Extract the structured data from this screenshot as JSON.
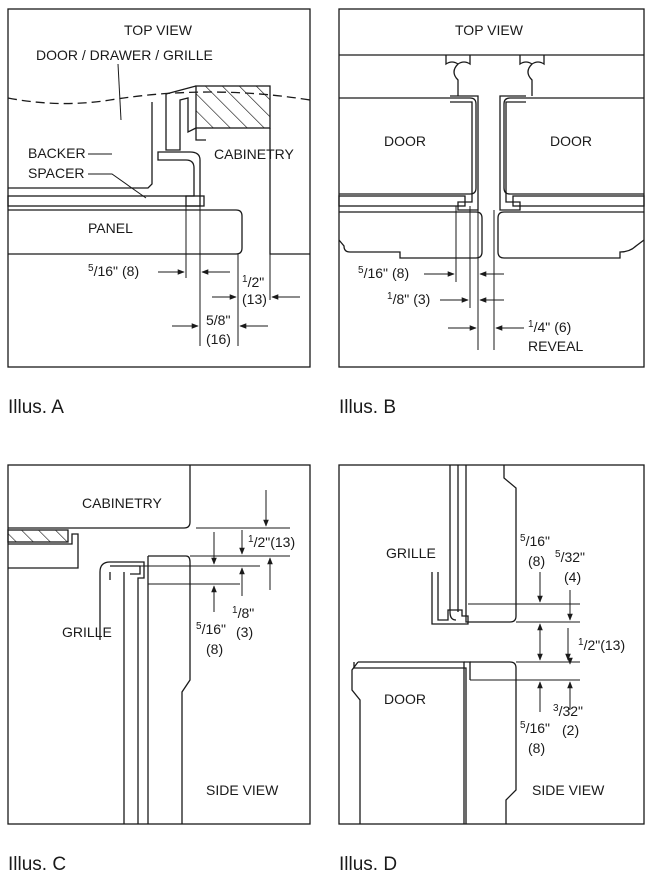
{
  "illus_a": {
    "caption": "Illus. A",
    "top_view": "TOP VIEW",
    "door_drawer_grille": "DOOR / DRAWER / GRILLE",
    "cabinetry": "CABINETRY",
    "backer": "BACKER",
    "spacer": "SPACER",
    "panel": "PANEL",
    "dim_5_16_n": "5",
    "dim_5_16_d": "16\"",
    "dim_5_16_mm": "(8)",
    "dim_1_2_n": "1",
    "dim_1_2_d": "2\"",
    "dim_1_2_mm": "(13)",
    "dim_5_8": "5/8\"",
    "dim_5_8_mm": "(16)"
  },
  "illus_b": {
    "caption": "Illus. B",
    "top_view": "TOP VIEW",
    "door_left": "DOOR",
    "door_right": "DOOR",
    "dim_5_16_n": "5",
    "dim_5_16_d": "16\"",
    "dim_5_16_mm": "(8)",
    "dim_1_8_n": "1",
    "dim_1_8_d": "8\"",
    "dim_1_8_mm": "(3)",
    "dim_1_4_n": "1",
    "dim_1_4_d": "4\"",
    "dim_1_4_mm": "(6)",
    "reveal": "REVEAL"
  },
  "illus_c": {
    "caption": "Illus. C",
    "cabinetry": "CABINETRY",
    "grille": "GRILLE",
    "side_view": "SIDE VIEW",
    "dim_1_2_n": "1",
    "dim_1_2_d": "2\"",
    "dim_1_2_mm": "(13)",
    "dim_1_8_n": "1",
    "dim_1_8_d": "8\"",
    "dim_1_8_mm": "(3)",
    "dim_5_16_n": "5",
    "dim_5_16_d": "16\"",
    "dim_5_16_mm": "(8)"
  },
  "illus_d": {
    "caption": "Illus. D",
    "grille": "GRILLE",
    "door": "DOOR",
    "side_view": "SIDE VIEW",
    "dim_5_16a_n": "5",
    "dim_5_16a_d": "16\"",
    "dim_5_16a_mm": "(8)",
    "dim_5_32_n": "5",
    "dim_5_32_d": "32\"",
    "dim_5_32_mm": "(4)",
    "dim_1_2_n": "1",
    "dim_1_2_d": "2\"",
    "dim_1_2_mm": "(13)",
    "dim_3_32_n": "3",
    "dim_3_32_d": "32\"",
    "dim_3_32_mm": "(2)",
    "dim_5_16b_n": "5",
    "dim_5_16b_d": "16\"",
    "dim_5_16b_mm": "(8)"
  }
}
